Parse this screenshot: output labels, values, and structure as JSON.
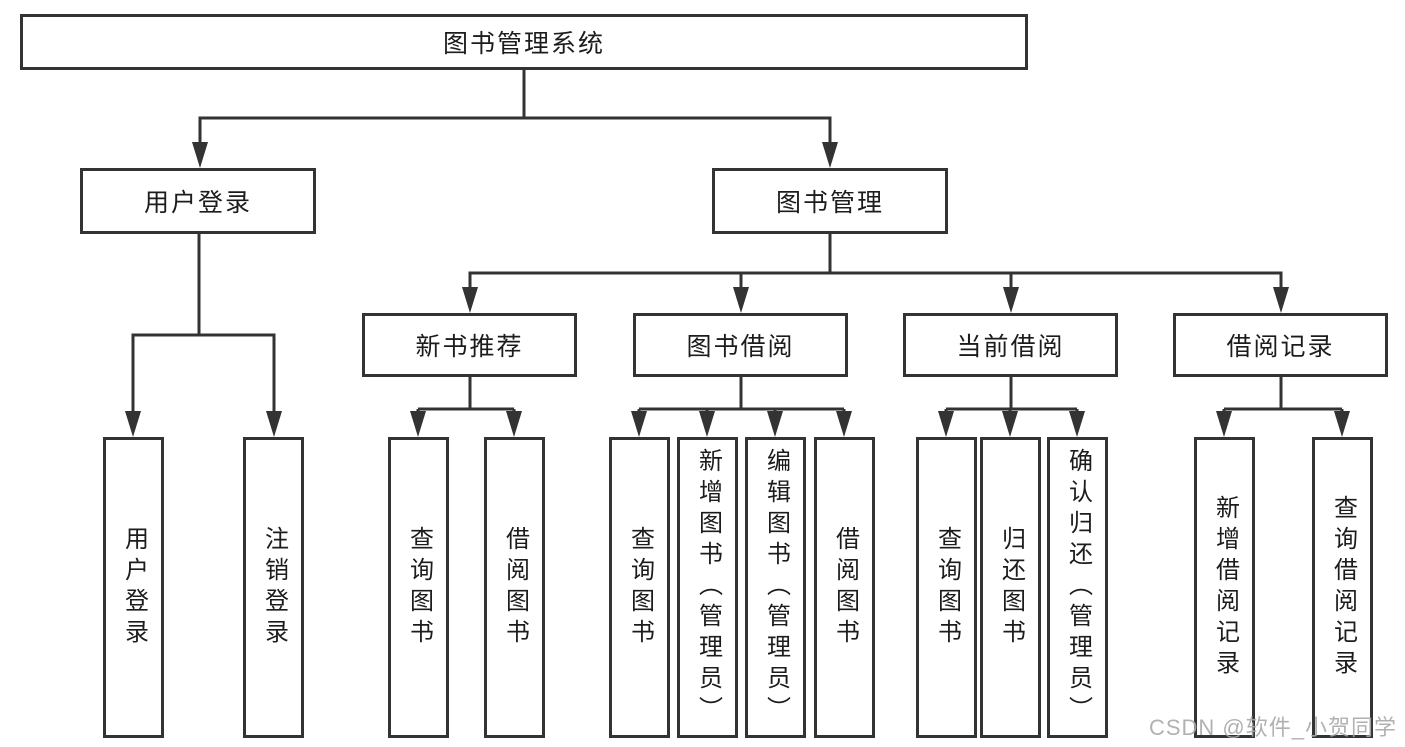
{
  "colors": {
    "line": "#333333",
    "box_border": "#333333",
    "text": "#1c1c1c",
    "watermark": "#a9a9a9",
    "background": "#ffffff"
  },
  "watermark": {
    "text": "CSDN @软件_小贺同学"
  },
  "nodes": {
    "root": "图书管理系统",
    "user_login": "用户登录",
    "book_management": "图书管理",
    "new_book_recommend": "新书推荐",
    "book_borrowing": "图书借阅",
    "current_borrowing": "当前借阅",
    "borrowing_records": "借阅记录",
    "leaves": {
      "user_login": [
        "用户登录",
        "注销登录"
      ],
      "new_book_recommend": [
        "查询图书",
        "借阅图书"
      ],
      "book_borrowing": [
        "查询图书",
        "新增图书（管理员）",
        "编辑图书（管理员）",
        "借阅图书"
      ],
      "current_borrowing": [
        "查询图书",
        "归还图书",
        "确认归还（管理员）"
      ],
      "borrowing_records": [
        "新增借阅记录",
        "查询借阅记录"
      ]
    }
  }
}
